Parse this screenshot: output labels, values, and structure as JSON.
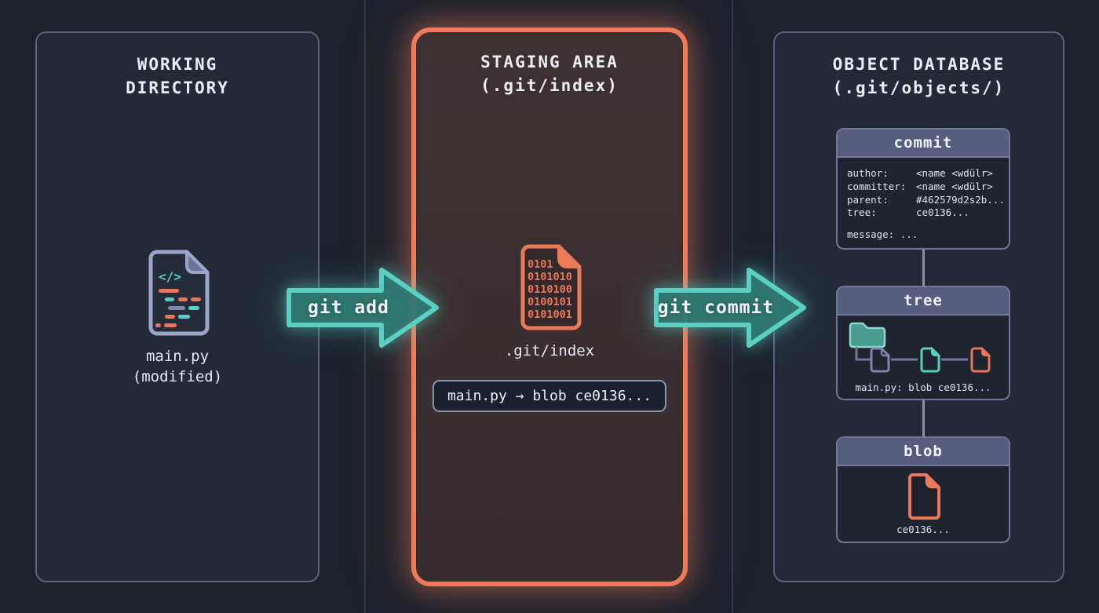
{
  "colors": {
    "background": "#1c212c",
    "panel_fill": "#232936",
    "panel_border": "#5a6280",
    "staging_border": "#ee7a5c",
    "staging_fill": "#3a2e31",
    "teal_accent": "#58cfc2",
    "teal_arrow_fill": "#2f7570",
    "orange_accent": "#e8765a",
    "lavender_accent": "#9ba4c9",
    "box_header_fill": "#575d7f",
    "box_border": "#6f779a",
    "box_body_fill": "#1f242e",
    "text_primary": "#eceef5"
  },
  "icons": [
    "code-file-icon",
    "binary-file-icon",
    "folder-icon",
    "file-icon-gray",
    "file-icon-teal",
    "file-icon-orange",
    "blob-file-icon",
    "arrow-right-icon"
  ],
  "panels": {
    "working": {
      "title": [
        "WORKING",
        "DIRECTORY"
      ],
      "file_name": "main.py",
      "file_status": "(modified)"
    },
    "staging": {
      "title": [
        "STAGING AREA",
        "(.git/index)"
      ],
      "binary_lines": [
        "0101",
        "0101010",
        "0110100",
        "0100101",
        "0101001"
      ],
      "index_label": ".git/index",
      "mapping": "main.py → blob ce0136..."
    },
    "object_database": {
      "title": [
        "OBJECT DATABASE",
        "(.git/objects/)"
      ],
      "commit_box": {
        "header": "commit",
        "fields": [
          {
            "label": "author:",
            "value": "<name <wdülr>"
          },
          {
            "label": "committer:",
            "value": "<name <wdülr>"
          },
          {
            "label": "parent:",
            "value": "#462579d2s2b..."
          },
          {
            "label": "tree:",
            "value": "ce0136..."
          }
        ],
        "message": "message: ..."
      },
      "tree_box": {
        "header": "tree",
        "caption": "main.py: blob ce0136..."
      },
      "blob_box": {
        "header": "blob",
        "caption": "ce0136..."
      }
    }
  },
  "arrows": {
    "add_label": "git add",
    "commit_label": "git commit"
  }
}
